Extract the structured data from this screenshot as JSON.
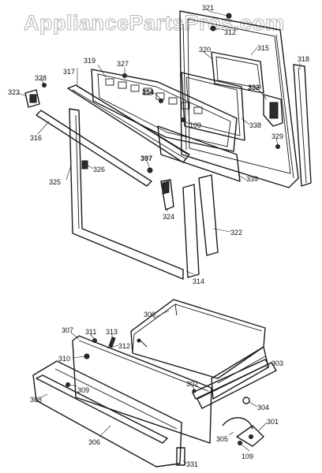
{
  "watermark": "AppliancePartsPros.com",
  "callouts": {
    "c321": "321",
    "c312a": "312",
    "c315": "315",
    "c318": "318",
    "c319": "319",
    "c327": "327",
    "c320": "320",
    "c317": "317",
    "c328": "328",
    "c323": "323",
    "c354": "354",
    "c332": "332",
    "c109a": "109",
    "c338": "338",
    "c329": "329",
    "c316": "316",
    "c326": "326",
    "c397": "397",
    "c339": "339",
    "c325": "325",
    "c324": "324",
    "c322": "322",
    "c314": "314",
    "c300": "300",
    "c307": "307",
    "c311": "311",
    "c313": "313",
    "c312b": "312",
    "c310": "310",
    "c303": "303",
    "c309": "309",
    "c302": "302",
    "c308": "308",
    "c304": "304",
    "c301": "301",
    "c305": "305",
    "c306": "306",
    "c109b": "109",
    "c331": "331"
  }
}
